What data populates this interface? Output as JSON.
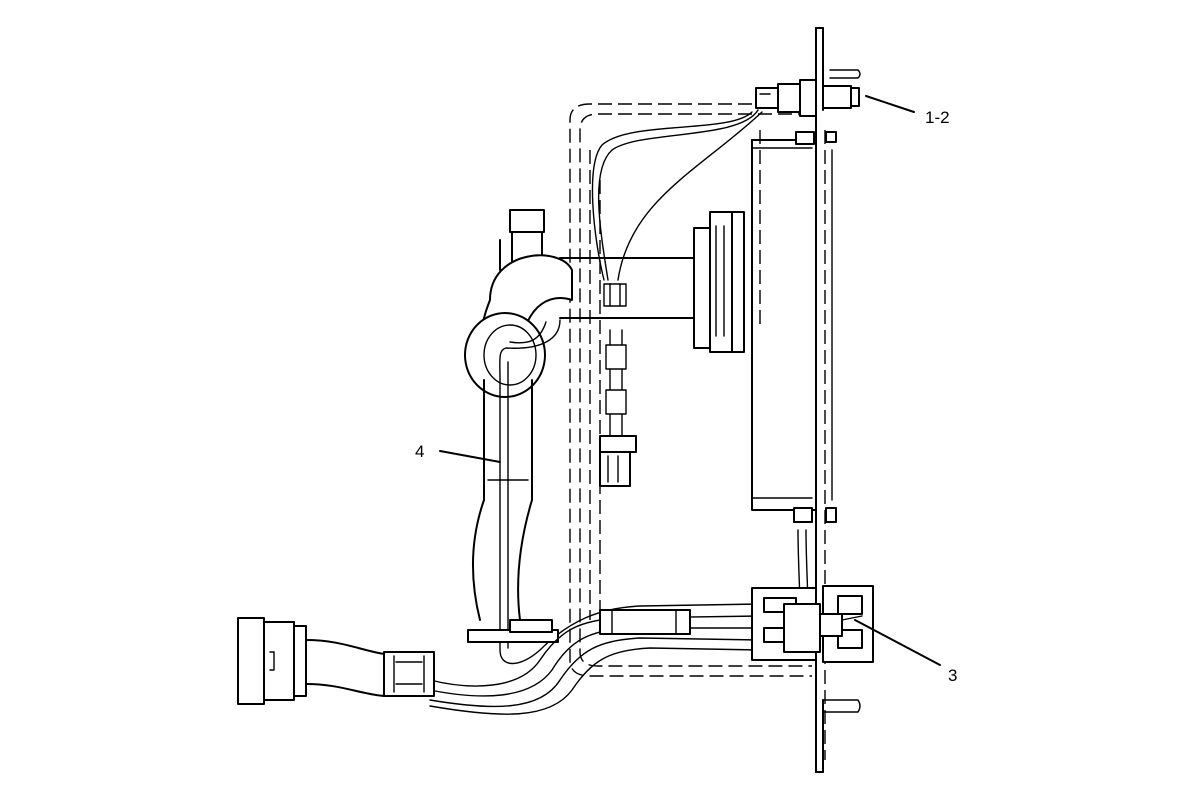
{
  "callouts": [
    {
      "id": "1-2",
      "label": "1-2"
    },
    {
      "id": "3",
      "label": "3"
    },
    {
      "id": "4",
      "label": "4"
    }
  ],
  "colors": {
    "line": "#000000",
    "background": "#ffffff"
  }
}
